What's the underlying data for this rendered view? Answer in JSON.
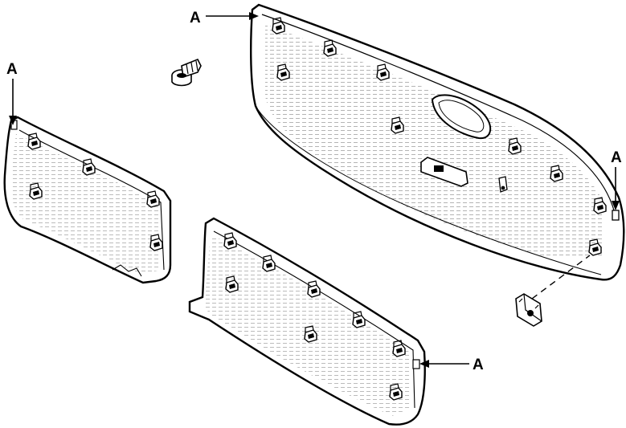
{
  "diagram": {
    "callouts": [
      {
        "id": "callout-top-panel",
        "label": "A"
      },
      {
        "id": "callout-left-panel",
        "label": "A"
      },
      {
        "id": "callout-right-end",
        "label": "A"
      },
      {
        "id": "callout-bottom-panel",
        "label": "A"
      }
    ],
    "colors": {
      "line": "#000000",
      "paper": "#ffffff",
      "hatch": "#555555"
    }
  }
}
